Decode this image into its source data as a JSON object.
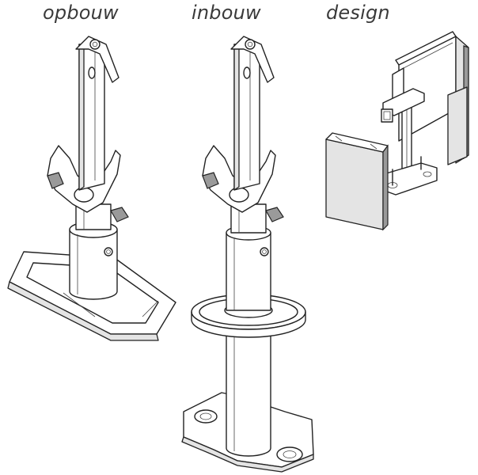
{
  "captions": {
    "opbouw": "opbouw",
    "inbouw": "inbouw",
    "design": "design"
  },
  "colors": {
    "line": "#222222",
    "caption": "#3a3a3a",
    "panel_fill": "#e4e4e4"
  }
}
